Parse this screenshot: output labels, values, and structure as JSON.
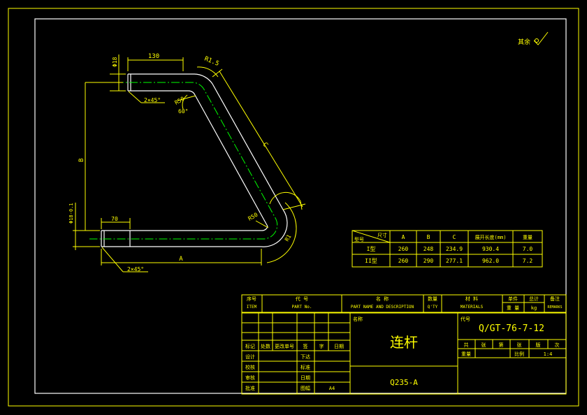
{
  "roughness_mark": "其余",
  "dimensions": {
    "top_len": "130",
    "dia_left_top": "Φ18",
    "bend_top": "R1.5",
    "chamfer_top": "2×45°",
    "bend_mid": "R50",
    "angle": "60°",
    "len_c": "C",
    "len_b": "B",
    "dia_left_bottom": "Φ18-0.1",
    "bottom_len": "70",
    "bend_bottom": "R50",
    "bend_right": "R1",
    "len_a": "A",
    "chamfer_bottom": "2×45°"
  },
  "spec_table": {
    "corner_top": "尺寸",
    "corner_bottom": "型号",
    "headers": [
      "A",
      "B",
      "C",
      "展开长度(mm)",
      "重量"
    ],
    "rows": [
      {
        "model": "I型",
        "values": [
          "260",
          "248",
          "234.9",
          "930.4",
          "7.0"
        ]
      },
      {
        "model": "II型",
        "values": [
          "260",
          "290",
          "277.1",
          "962.0",
          "7.2"
        ]
      }
    ]
  },
  "title_block": {
    "col_headers": [
      {
        "cn": "序号",
        "en": "ITEM"
      },
      {
        "cn": "代 号",
        "en": "PART No."
      },
      {
        "cn": "名 称",
        "en": "PART NAME AND DESCRIPTION"
      },
      {
        "cn": "数量",
        "en": "Q'TY"
      },
      {
        "cn": "材 料",
        "en": "MATERIALS"
      },
      {
        "cn": "单件",
        "en": ""
      },
      {
        "cn": "总计",
        "en": ""
      },
      {
        "cn": "备注",
        "en": "REMARKS"
      }
    ],
    "weight_label": "重 量",
    "weight_unit": "kg",
    "name_label": "名称",
    "part_name": "连杆",
    "material": "Q235-A",
    "code_label": "代号",
    "drawing_no": "Q/GT-76-7-12",
    "mid_row_labels": [
      "共",
      "张",
      "第",
      "张",
      "版",
      "次"
    ],
    "weight_row_labels": [
      "重量",
      "比例"
    ],
    "scale": "1:4",
    "revision_labels": [
      "标记",
      "处数",
      "更改单号",
      "签",
      "字",
      "日期"
    ],
    "sign_rows": [
      {
        "left": "设计",
        "right": "下达"
      },
      {
        "left": "校核",
        "right": "标准"
      },
      {
        "left": "审核",
        "right": "日期"
      },
      {
        "left": "批准",
        "right": "图幅",
        "value": "A4"
      }
    ]
  }
}
